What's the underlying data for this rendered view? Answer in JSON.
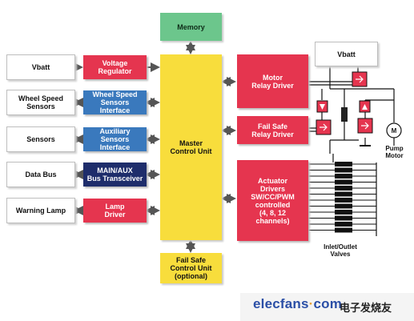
{
  "diagram": {
    "memory": "Memory",
    "master_control_unit": "Master\nControl Unit",
    "fail_safe_control_unit": "Fail Safe\nControl Unit\n(optional)",
    "inputs": [
      {
        "source": "Vbatt",
        "interface": "Voltage\nRegulator",
        "color": "red"
      },
      {
        "source": "Wheel Speed\nSensors",
        "interface": "Wheel Speed\nSensors\nInterface",
        "color": "blue"
      },
      {
        "source": "Sensors",
        "interface": "Auxiliary\nSensors\nInterface",
        "color": "blue"
      },
      {
        "source": "Data Bus",
        "interface": "MAIN/AUX\nBus Transceiver",
        "color": "navy"
      },
      {
        "source": "Warning Lamp",
        "interface": "Lamp\nDriver",
        "color": "red"
      }
    ],
    "outputs": {
      "motor_relay_driver": "Motor\nRelay Driver",
      "fail_safe_relay_driver": "Fail Safe\nRelay Driver",
      "actuator_drivers": "Actuator\nDrivers\nSW/CC/PWM\ncontrolled\n(4, 8, 12\nchannels)",
      "vbatt": "Vbatt",
      "pump_motor": "Pump\nMotor",
      "pump_motor_symbol": "M",
      "valves": "Inlet/Outlet\nValves"
    },
    "colors": {
      "red": "#e5354f",
      "blue": "#3a79bd",
      "navy": "#1e2d6b",
      "yellow": "#f8dd3c",
      "green": "#6cc68c"
    }
  },
  "watermark": {
    "site_name": "elecfans",
    "site_dot": "·",
    "site_tld": "com",
    "chinese_name": "电子发烧友"
  }
}
